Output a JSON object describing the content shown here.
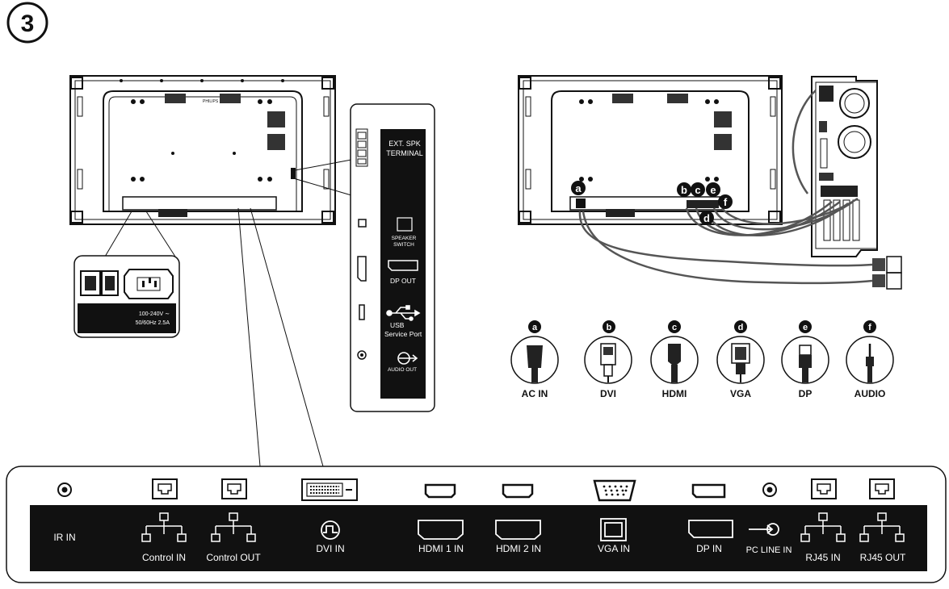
{
  "step": "3",
  "bottom_panel": {
    "ports": [
      {
        "key": "ir_in",
        "label": "IR IN"
      },
      {
        "key": "control_in",
        "label": "Control IN"
      },
      {
        "key": "control_out",
        "label": "Control OUT"
      },
      {
        "key": "dvi_in",
        "label": "DVI IN"
      },
      {
        "key": "hdmi1_in",
        "label": "HDMI 1 IN"
      },
      {
        "key": "hdmi2_in",
        "label": "HDMI 2 IN"
      },
      {
        "key": "vga_in",
        "label": "VGA IN"
      },
      {
        "key": "dp_in",
        "label": "DP IN"
      },
      {
        "key": "pc_line_in",
        "label": "PC LINE IN"
      },
      {
        "key": "rj45_in",
        "label": "RJ45 IN"
      },
      {
        "key": "rj45_out",
        "label": "RJ45 OUT"
      }
    ]
  },
  "side_panel": {
    "ext_spk_line1": "EXT. SPK",
    "ext_spk_line2": "TERMINAL",
    "speaker_switch_line1": "SPEAKER",
    "speaker_switch_line2": "SWITCH",
    "dp_out": "DP OUT",
    "usb_line1": "USB",
    "usb_line2": "Service Port",
    "audio_out": "AUDIO OUT"
  },
  "power_panel": {
    "rating_line1": "100-240V ∼",
    "rating_line2": "50/60Hz 2.5A"
  },
  "connectors": [
    {
      "letter": "a",
      "label": "AC IN"
    },
    {
      "letter": "b",
      "label": "DVI"
    },
    {
      "letter": "c",
      "label": "HDMI"
    },
    {
      "letter": "d",
      "label": "VGA"
    },
    {
      "letter": "e",
      "label": "DP"
    },
    {
      "letter": "f",
      "label": "AUDIO"
    }
  ],
  "callouts": [
    "a",
    "b",
    "c",
    "d",
    "e",
    "f"
  ]
}
